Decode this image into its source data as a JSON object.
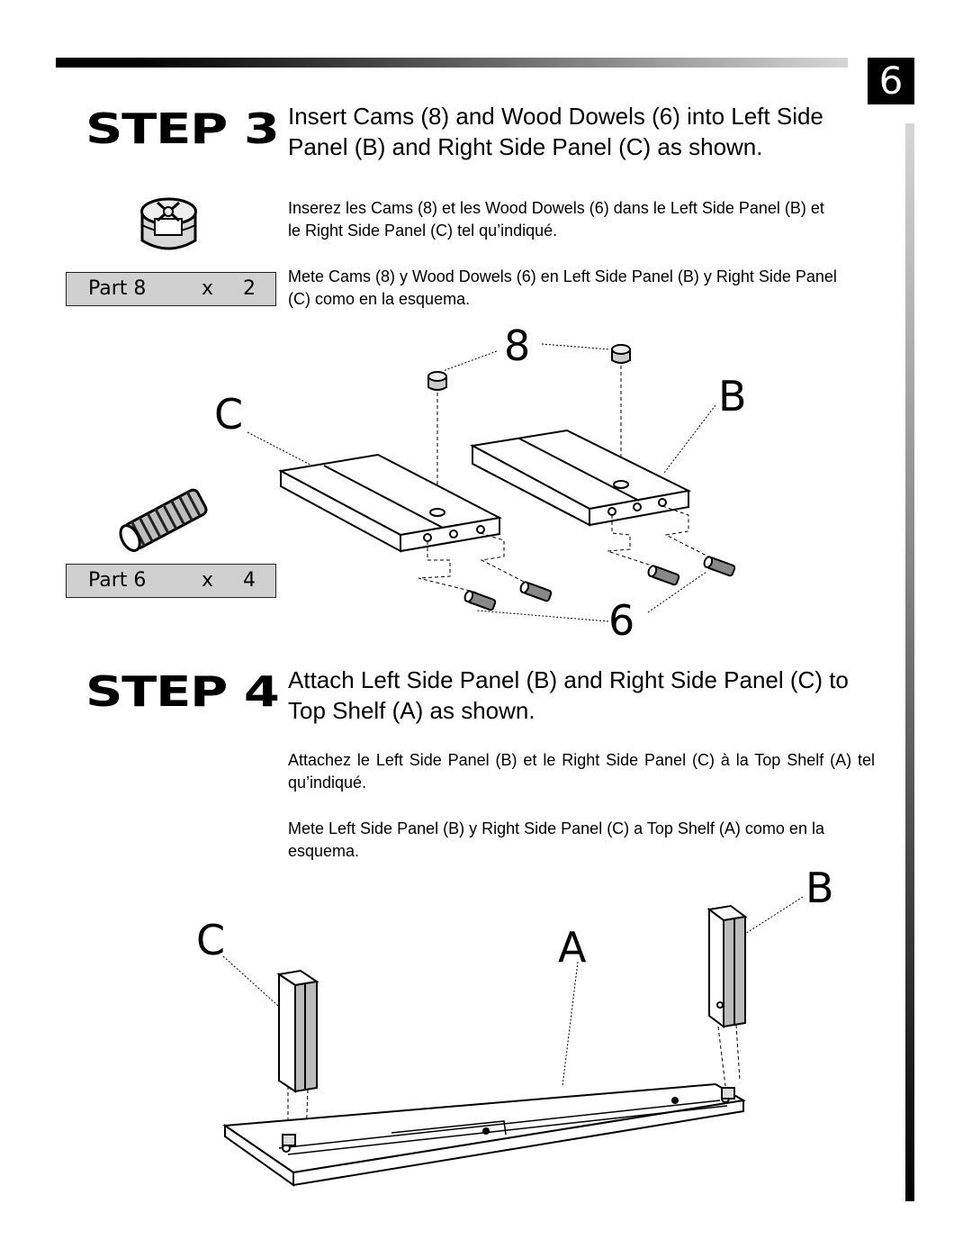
{
  "page": {
    "number": "6"
  },
  "step3": {
    "label": "STEP 3",
    "main_text": "Insert Cams (8) and Wood Dowels (6) into Left Side Panel (B) and Right Side Panel (C) as shown.",
    "french_text": "Inserez les  Cams (8) et les Wood Dowels (6) dans le Left Side Panel (B) et le Right Side Panel (C) tel qu’indiqué.",
    "spanish_text": "Mete Cams (8) y Wood Dowels (6) en Left Side Panel (B) y Right Side Panel (C) como en la esquema.",
    "parts": [
      {
        "label": "Part 8",
        "x": "x",
        "qty": "2"
      },
      {
        "label": "Part 6",
        "x": "x",
        "qty": "4"
      }
    ],
    "callouts": {
      "cam": "8",
      "dowel": "6",
      "left_panel": "B",
      "right_panel": "C"
    }
  },
  "step4": {
    "label": "STEP 4",
    "main_text": "Attach Left Side Panel (B) and Right Side Panel (C) to Top Shelf (A) as shown.",
    "french_text": "Attachez  le Left Side Panel (B) et le Right Side Panel (C) à la Top Shelf (A) tel qu’indiqué.",
    "spanish_text": "Mete Left Side Panel (B) y Right Side Panel (C) a Top Shelf (A) como en la esquema.",
    "callouts": {
      "left_panel": "B",
      "right_panel": "C",
      "top_shelf": "A"
    }
  }
}
